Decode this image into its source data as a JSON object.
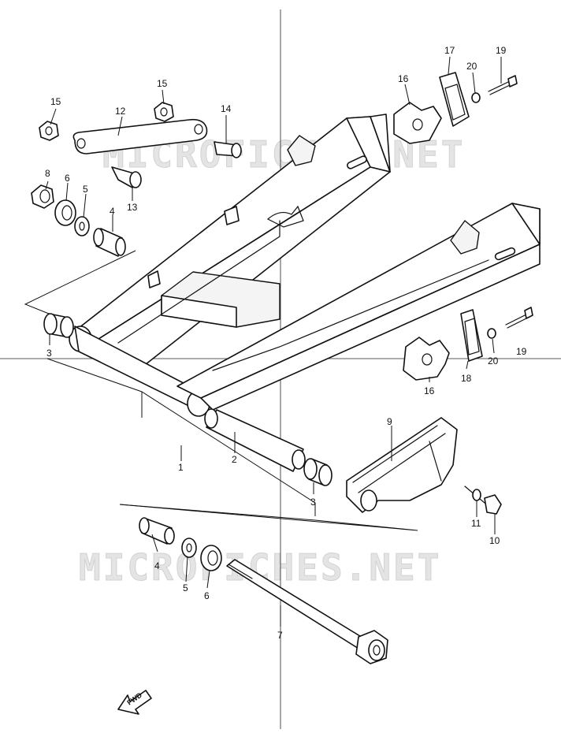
{
  "watermark": "MICROFICHES.NET",
  "fwd_label": "FWD",
  "callouts": {
    "p1": "1",
    "p2": "2",
    "p3a": "3",
    "p3b": "3",
    "p4a": "4",
    "p4b": "4",
    "p5a": "5",
    "p5b": "5",
    "p6a": "6",
    "p6b": "6",
    "p7": "7",
    "p8": "8",
    "p9": "9",
    "p10": "10",
    "p11": "11",
    "p12": "12",
    "p13": "13",
    "p14": "14",
    "p15a": "15",
    "p15b": "15",
    "p16a": "16",
    "p16b": "16",
    "p17": "17",
    "p18": "18",
    "p19a": "19",
    "p19b": "19",
    "p20a": "20",
    "p20b": "20"
  }
}
